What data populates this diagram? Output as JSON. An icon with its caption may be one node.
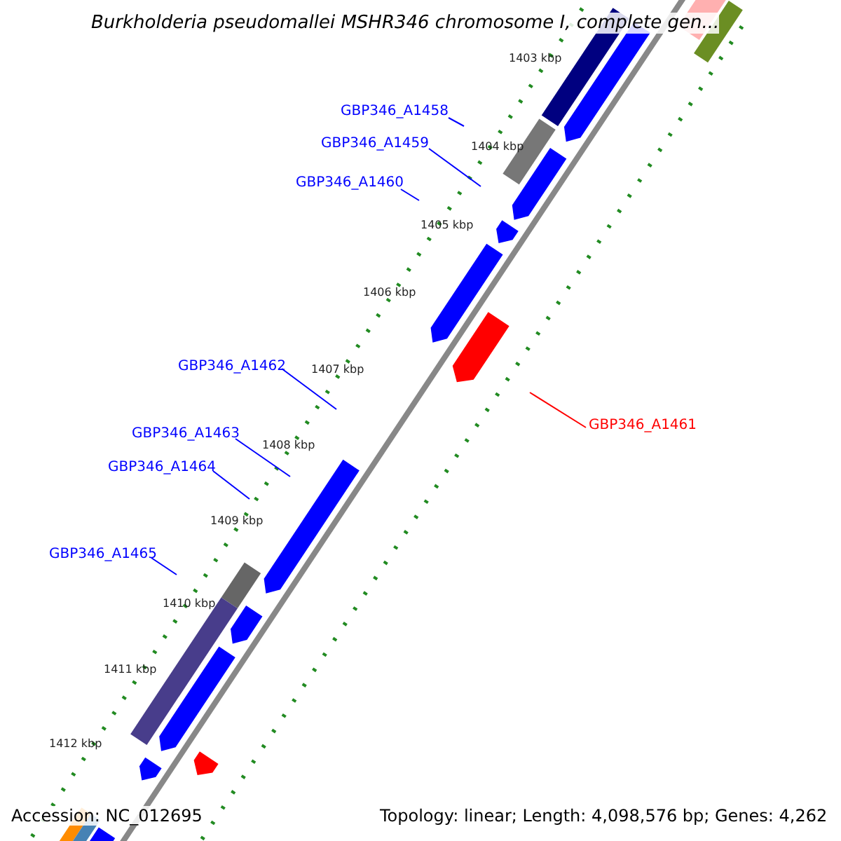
{
  "diagram": {
    "title": "Burkholderia pseudomallei MSHR346 chromosome I, complete gen...",
    "nodes": [
      {
        "text": [
          "GBP346_A1458"
        ]
      },
      {
        "text": [
          "GBP346_A1459"
        ]
      },
      {
        "text": [
          "GBP346_A1460"
        ]
      },
      {
        "text": [
          "GBP346_A1462"
        ]
      },
      {
        "text": [
          "GBP346_A1461"
        ]
      },
      {
        "text": [
          "GBP346_A1463"
        ]
      },
      {
        "text": [
          "GBP346_A1464"
        ]
      },
      {
        "text": [
          "GBP346_A1465"
        ]
      }
    ],
    "edges": [
      {
        "from": 0,
        "to": null,
        "arrow": "none"
      },
      {
        "from": 1,
        "to": null,
        "arrow": "none"
      },
      {
        "from": 2,
        "to": null,
        "arrow": "none"
      },
      {
        "from": 3,
        "to": null,
        "arrow": "none"
      },
      {
        "from": 4,
        "to": null,
        "arrow": "none",
        "color": "#ff0000"
      },
      {
        "from": 5,
        "to": null,
        "arrow": "none"
      },
      {
        "from": 6,
        "to": null,
        "arrow": "none"
      },
      {
        "from": 7,
        "to": null,
        "arrow": "none"
      }
    ],
    "labels": [
      "1403 kbp",
      "1404 kbp",
      "1405 kbp",
      "1406 kbp",
      "1407 kbp",
      "1408 kbp",
      "1409 kbp",
      "1410 kbp",
      "1411 kbp",
      "1412 kbp",
      "Accession: NC_012695",
      "Topology: linear; Length: 4,098,576 bp; Genes: 4,262"
    ]
  }
}
